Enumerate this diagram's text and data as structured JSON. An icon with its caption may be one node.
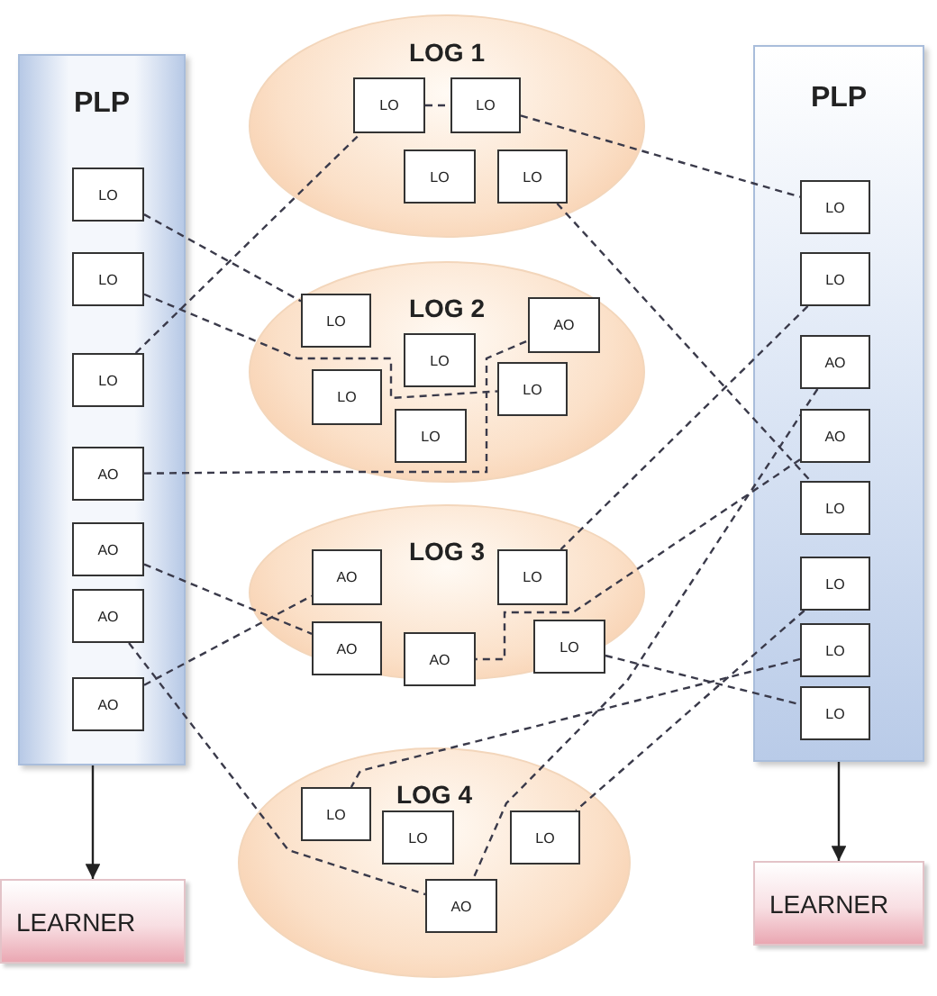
{
  "diagram": {
    "nodes": [
      {
        "text": [
          "PLP"
        ]
      },
      {
        "text": [
          "LO"
        ],
        "in": 0
      },
      {
        "text": [
          "LO"
        ],
        "in": 0
      },
      {
        "text": [
          "LO"
        ],
        "in": 0
      },
      {
        "text": [
          "AO"
        ],
        "in": 0
      },
      {
        "text": [
          "AO"
        ],
        "in": 0
      },
      {
        "text": [
          "AO"
        ],
        "in": 0
      },
      {
        "text": [
          "AO"
        ],
        "in": 0
      },
      {
        "text": [
          "LOG 1"
        ]
      },
      {
        "text": [
          "LO"
        ],
        "in": 8
      },
      {
        "text": [
          "LO"
        ],
        "in": 8
      },
      {
        "text": [
          "LO"
        ],
        "in": 8
      },
      {
        "text": [
          "LO"
        ],
        "in": 8
      },
      {
        "text": [
          "LOG 2"
        ]
      },
      {
        "text": [
          "LO"
        ],
        "in": 13
      },
      {
        "text": [
          "LO"
        ],
        "in": 13
      },
      {
        "text": [
          "AO"
        ],
        "in": 13
      },
      {
        "text": [
          "LO"
        ],
        "in": 13
      },
      {
        "text": [
          "LO"
        ],
        "in": 13
      },
      {
        "text": [
          "LO"
        ],
        "in": 13
      },
      {
        "text": [
          "LOG 3"
        ]
      },
      {
        "text": [
          "AO"
        ],
        "in": 20
      },
      {
        "text": [
          "LO"
        ],
        "in": 20
      },
      {
        "text": [
          "AO"
        ],
        "in": 20
      },
      {
        "text": [
          "AO"
        ],
        "in": 20
      },
      {
        "text": [
          "LO"
        ],
        "in": 20
      },
      {
        "text": [
          "LOG 4"
        ]
      },
      {
        "text": [
          "LO"
        ],
        "in": 26
      },
      {
        "text": [
          "LO"
        ],
        "in": 26
      },
      {
        "text": [
          "LO"
        ],
        "in": 26
      },
      {
        "text": [
          "AO"
        ],
        "in": 26
      },
      {
        "text": [
          "PLP"
        ]
      },
      {
        "text": [
          "LO"
        ],
        "in": 31
      },
      {
        "text": [
          "LO"
        ],
        "in": 31
      },
      {
        "text": [
          "AO"
        ],
        "in": 31
      },
      {
        "text": [
          "AO"
        ],
        "in": 31
      },
      {
        "text": [
          "LO"
        ],
        "in": 31
      },
      {
        "text": [
          "LO"
        ],
        "in": 31
      },
      {
        "text": [
          "LO"
        ],
        "in": 31
      },
      {
        "text": [
          "LO"
        ],
        "in": 31
      },
      {
        "text": [
          "LEARNER"
        ]
      },
      {
        "text": [
          "LEARNER"
        ]
      }
    ],
    "edges": [
      {
        "from": 1,
        "to": 14,
        "arrow": "none",
        "style": "dashed"
      },
      {
        "from": 2,
        "to": 18,
        "arrow": "none",
        "style": "dashed"
      },
      {
        "from": 3,
        "to": 9,
        "arrow": "none",
        "style": "dashed"
      },
      {
        "from": 4,
        "to": 16,
        "arrow": "none",
        "style": "dashed"
      },
      {
        "from": 5,
        "to": 23,
        "arrow": "none",
        "style": "dashed"
      },
      {
        "from": 6,
        "to": 30,
        "arrow": "none",
        "style": "dashed"
      },
      {
        "from": 7,
        "to": 21,
        "arrow": "none",
        "style": "dashed"
      },
      {
        "from": 9,
        "to": 10,
        "arrow": "none",
        "style": "dashed"
      },
      {
        "from": 10,
        "to": 32,
        "arrow": "none",
        "style": "dashed"
      },
      {
        "from": 12,
        "to": 36,
        "arrow": "none",
        "style": "dashed"
      },
      {
        "from": 33,
        "to": 22,
        "arrow": "none",
        "style": "dashed"
      },
      {
        "from": 34,
        "to": 30,
        "arrow": "none",
        "style": "dashed"
      },
      {
        "from": 35,
        "to": 24,
        "arrow": "none",
        "style": "dashed"
      },
      {
        "from": 37,
        "to": 29,
        "arrow": "none",
        "style": "dashed"
      },
      {
        "from": 38,
        "to": 27,
        "arrow": "none",
        "style": "dashed"
      },
      {
        "from": 25,
        "to": 39,
        "arrow": "none",
        "style": "dashed"
      },
      {
        "from": 0,
        "to": 40,
        "arrow": "to"
      },
      {
        "from": 31,
        "to": 41,
        "arrow": "to"
      }
    ]
  }
}
